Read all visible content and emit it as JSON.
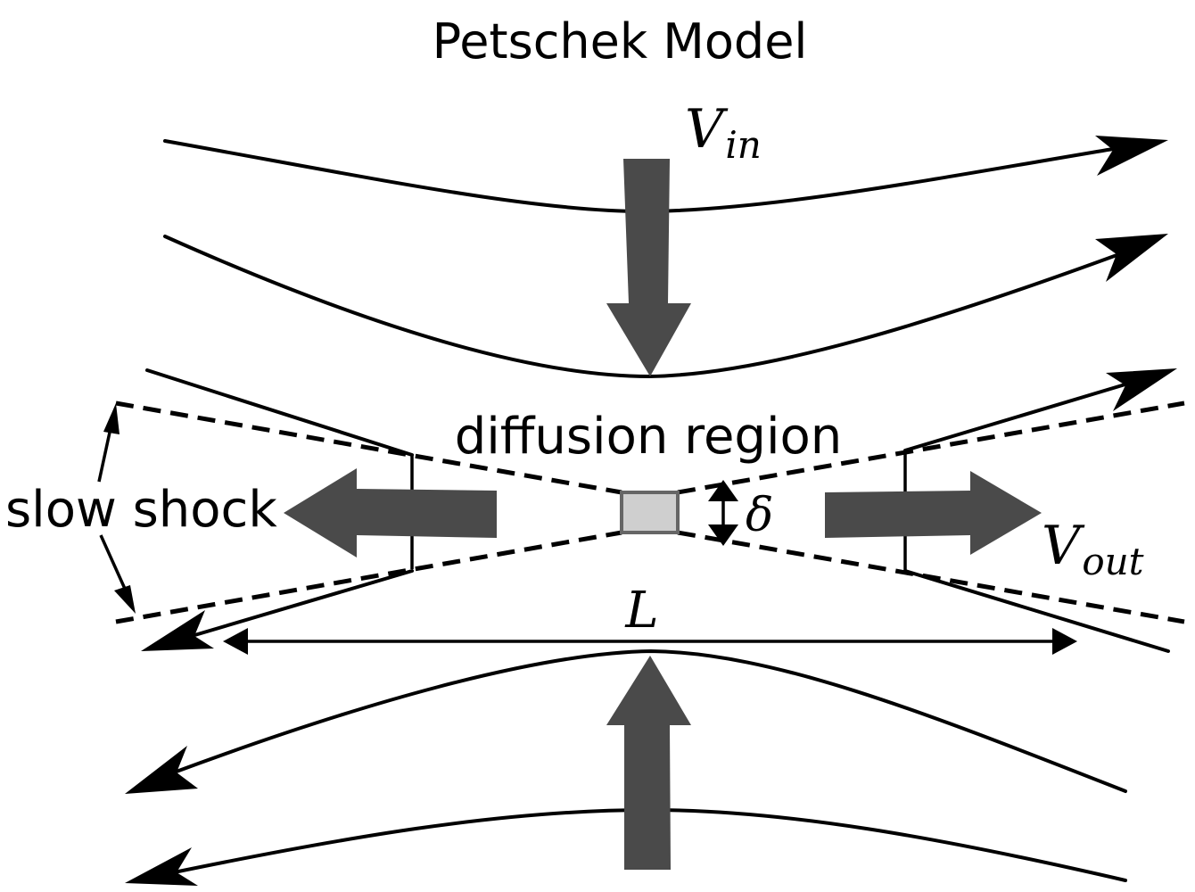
{
  "title": "Petschek Model",
  "labels": {
    "v_in": "V",
    "v_in_sub": "in",
    "v_out": "V",
    "v_out_sub": "out",
    "delta": "δ",
    "length": "L",
    "diffusion_region": "diffusion region",
    "slow_shock": "slow shock"
  },
  "colors": {
    "flow_arrow": "#4a4a4a",
    "diffusion_box_fill": "#cfcfcf",
    "diffusion_box_stroke": "#666666",
    "line": "#000000"
  },
  "icons": {
    "field_line_arrowhead": "arrowhead",
    "flow_arrow": "block-arrow",
    "dimension_arrow": "double-headed-arrow"
  }
}
